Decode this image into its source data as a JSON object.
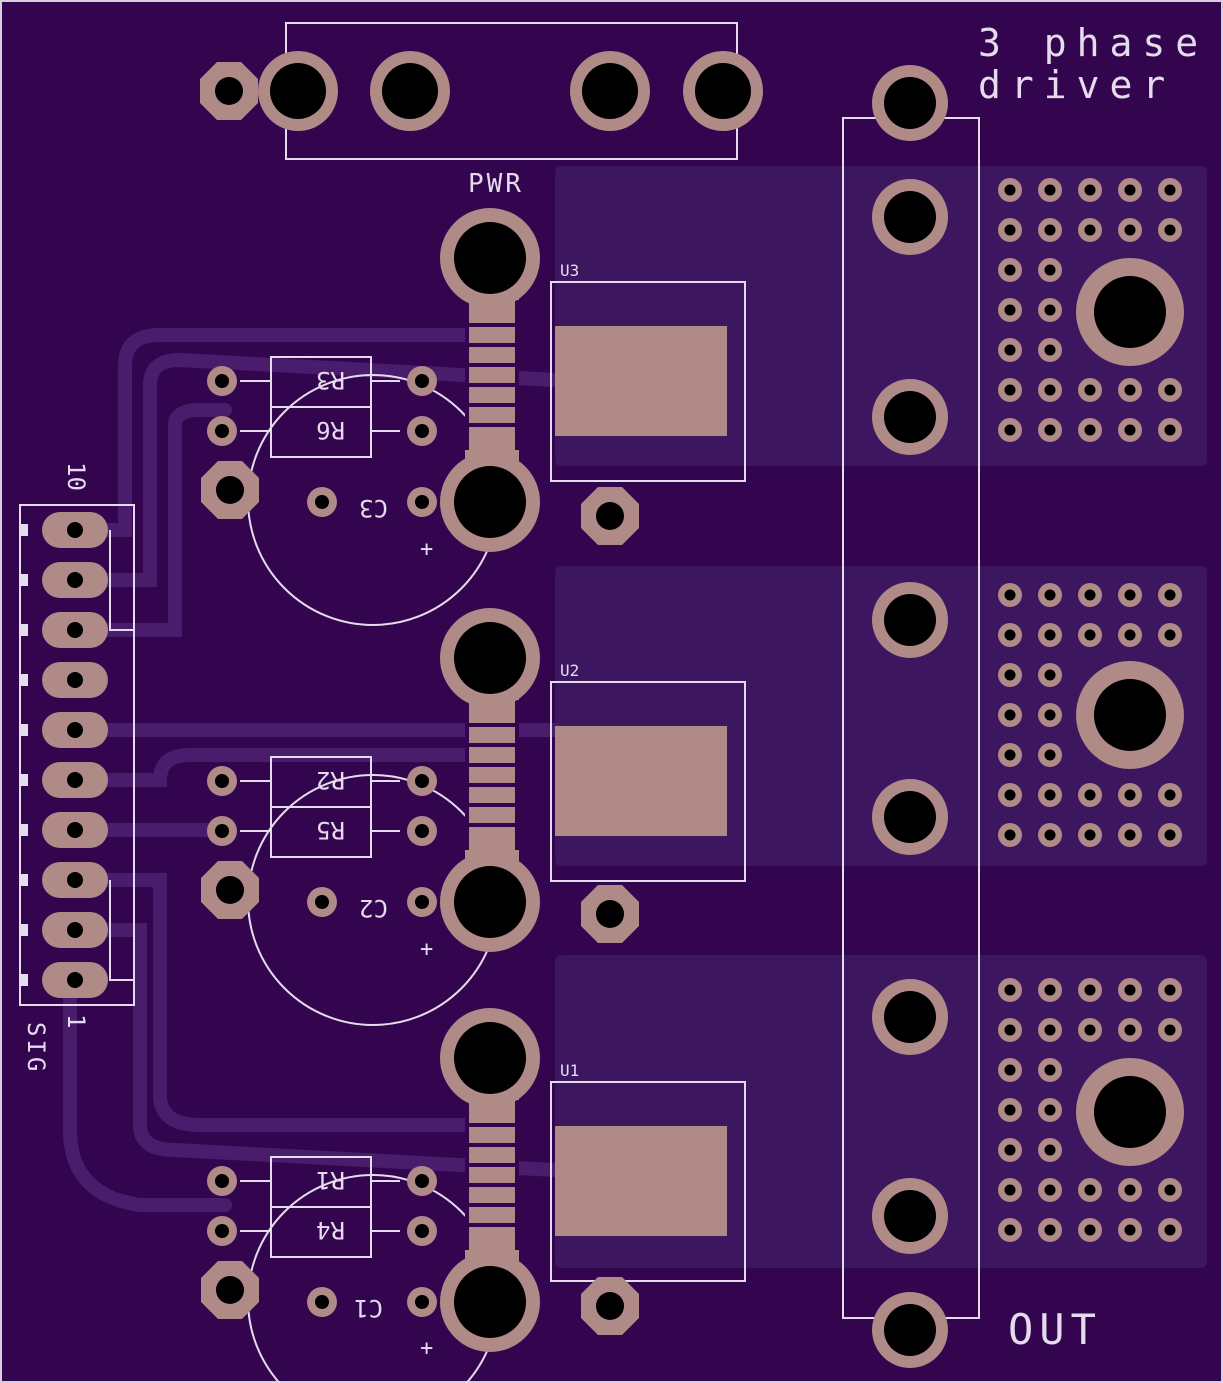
{
  "board": {
    "title_line1": "3 phase",
    "title_line2": "driver",
    "pwr_label": "PWR",
    "sig_label": "SIG",
    "out_label": "OUT",
    "pin10_label": "10",
    "pin1_label": "1",
    "plus_label": "+"
  },
  "parts": {
    "u3": "U3",
    "u2": "U2",
    "u1": "U1",
    "r3": "R3",
    "r6": "R6",
    "r2": "R2",
    "r5": "R5",
    "r1": "R1",
    "r4": "R4",
    "c3": "C3",
    "c2": "C2",
    "c1": "C1"
  },
  "colors": {
    "board": "#33054f",
    "pad": "#b08a86",
    "silk": "#e4dcec",
    "trace": "#4a1d6c",
    "hole": "#000000"
  }
}
